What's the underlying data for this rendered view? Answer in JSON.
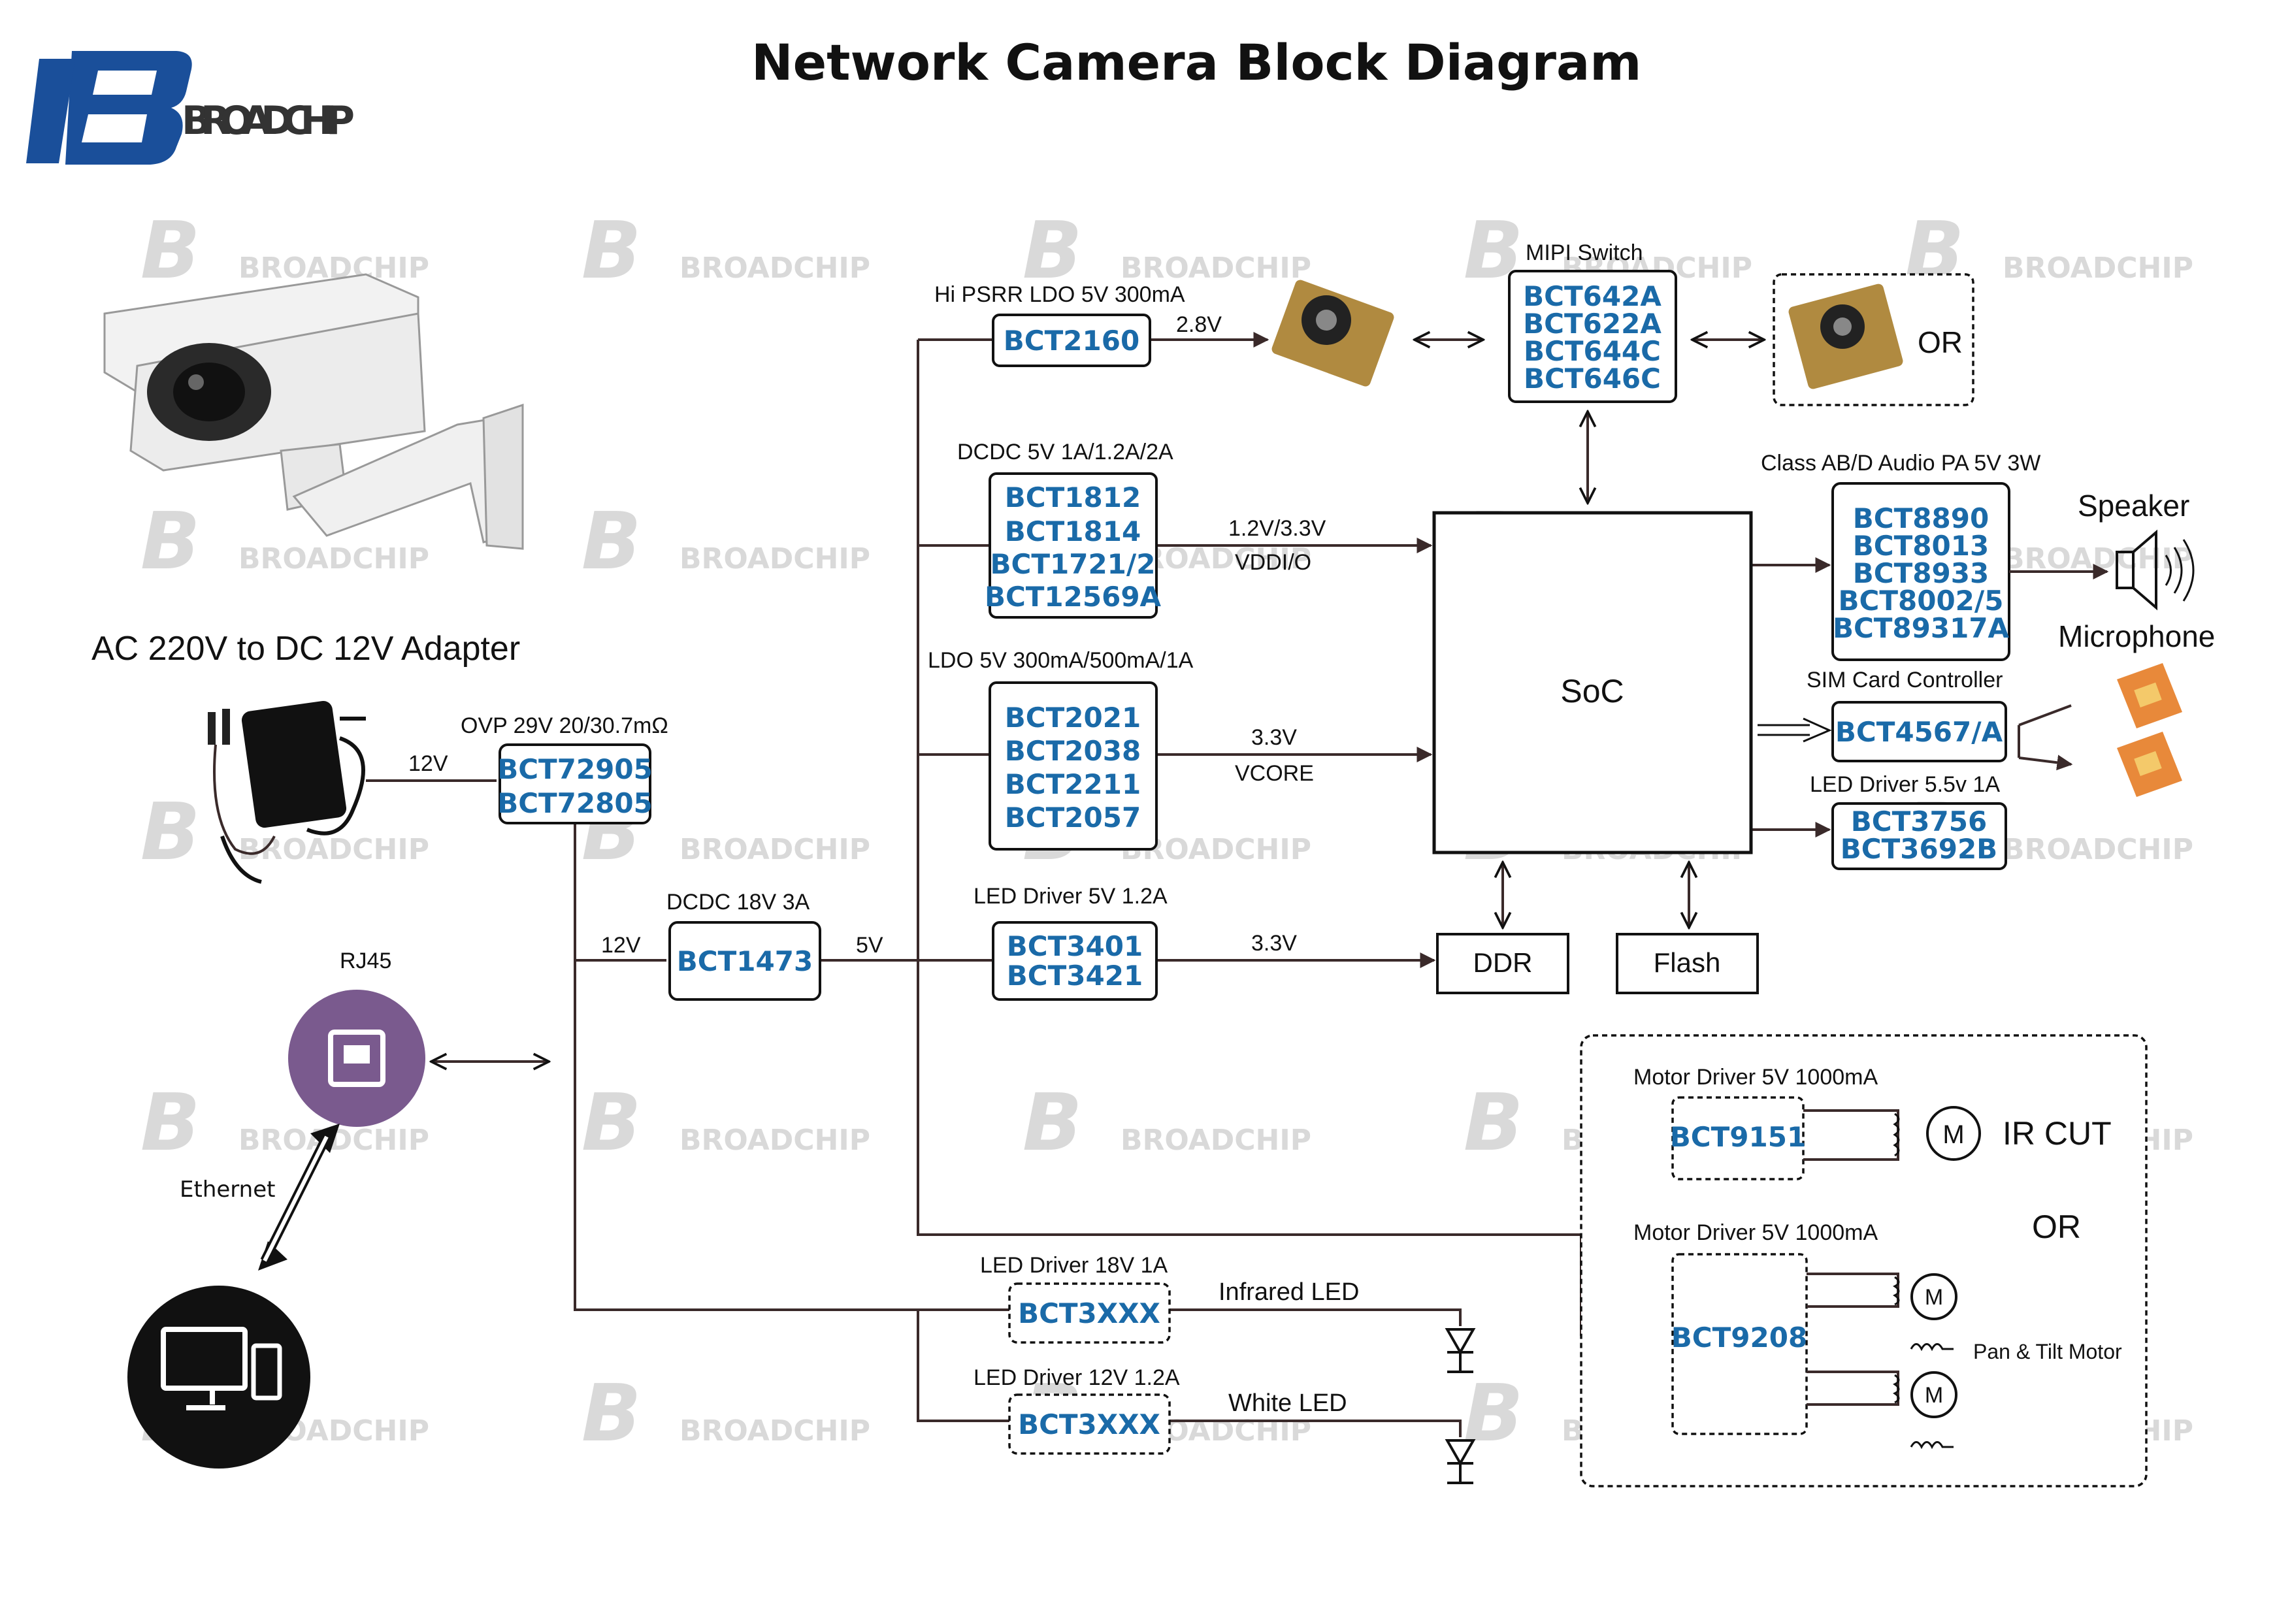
{
  "title": "Network Camera Block Diagram",
  "brand": {
    "name": "BROADCHIP",
    "watermark": "BROADCHIP",
    "color": "#1a6aa8"
  },
  "adapter": {
    "caption": "AC 220V to DC 12V Adapter",
    "out": "12V"
  },
  "ovp": {
    "label": "OVP 29V 20/30.7mΩ",
    "parts": [
      "BCT72905",
      "BCT72805"
    ]
  },
  "dcdc18": {
    "label": "DCDC 18V 3A",
    "in": "12V",
    "out": "5V",
    "part": "BCT1473"
  },
  "ldo_hipsrr": {
    "label": "Hi PSRR LDO 5V 300mA",
    "part": "BCT2160",
    "out": "2.8V"
  },
  "dcdc5": {
    "label": "DCDC 5V 1A/1.2A/2A",
    "parts": [
      "BCT1812",
      "BCT1814",
      "BCT1721/2",
      "BCT12569A"
    ],
    "out1": "1.2V/3.3V",
    "out2": "VDDI/O"
  },
  "ldo5": {
    "label": "LDO 5V 300mA/500mA/1A",
    "parts": [
      "BCT2021",
      "BCT2038",
      "BCT2211",
      "BCT2057"
    ],
    "out1": "3.3V",
    "out2": "VCORE"
  },
  "led5": {
    "label": "LED Driver 5V 1.2A",
    "parts": [
      "BCT3401",
      "BCT3421"
    ],
    "out": "3.3V"
  },
  "mipi": {
    "label": "MIPI Switch",
    "parts": [
      "BCT642A",
      "BCT622A",
      "BCT644C",
      "BCT646C"
    ],
    "or": "OR"
  },
  "soc": "SoC",
  "ddr": "DDR",
  "flash": "Flash",
  "audio": {
    "label": "Class AB/D Audio PA 5V 3W",
    "parts": [
      "BCT8890",
      "BCT8013",
      "BCT8933",
      "BCT8002/5",
      "BCT89317A"
    ],
    "speaker": "Speaker",
    "microphone": "Microphone"
  },
  "sim": {
    "label": "SIM Card Controller",
    "part": "BCT4567/A"
  },
  "led55": {
    "label": "LED Driver 5.5v 1A",
    "parts": [
      "BCT3756",
      "BCT3692B"
    ]
  },
  "rj45": {
    "label": "RJ45",
    "ethernet": "Ethernet"
  },
  "led18": {
    "label": "LED Driver 18V 1A",
    "part": "BCT3XXX",
    "load": "Infrared LED"
  },
  "led12": {
    "label": "LED Driver 12V 1.2A",
    "part": "BCT3XXX",
    "load": "White LED"
  },
  "motor1": {
    "label": "Motor Driver 5V 1000mA",
    "part": "BCT9151",
    "load": "IR CUT",
    "m": "M"
  },
  "motor_or": "OR",
  "motor2": {
    "label": "Motor Driver 5V 1000mA",
    "part": "BCT9208",
    "load": "Pan & Tilt Motor",
    "m": "M"
  }
}
